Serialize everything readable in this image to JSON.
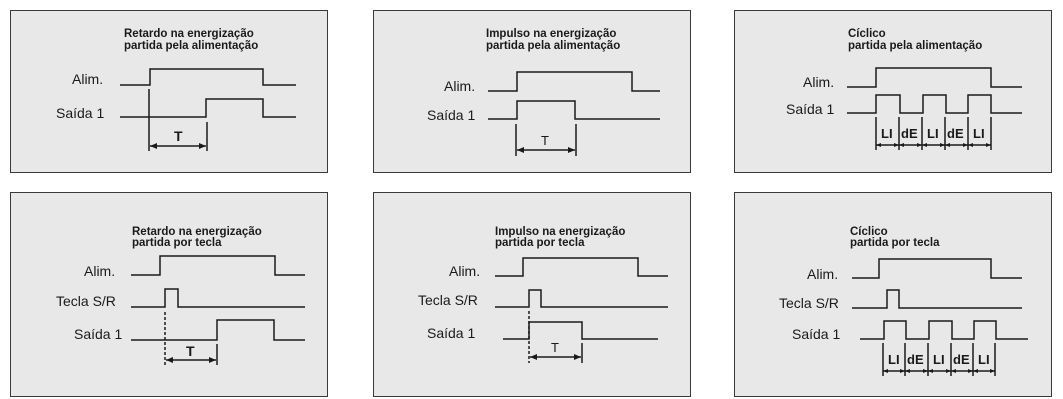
{
  "panels": [
    {
      "title_line1": "Retardo na energização",
      "title_line2": "partida pela alimentação",
      "alim": "Alim.",
      "saida": "Saída 1",
      "t": "T"
    },
    {
      "title_line1": "Impulso na energização",
      "title_line2": "partida pela alimentação",
      "alim": "Alim.",
      "saida": "Saída 1",
      "t": "T"
    },
    {
      "title_line1": "Cíclico",
      "title_line2": "partida pela alimentação",
      "alim": "Alim.",
      "saida": "Saída 1",
      "li": "LI",
      "de": "dE"
    },
    {
      "title_line1": "Retardo na energização",
      "title_line2": "partida por tecla",
      "alim": "Alim.",
      "tecla": "Tecla S/R",
      "saida": "Saída 1",
      "t": "T"
    },
    {
      "title_line1": "Impulso na energização",
      "title_line2": "partida por tecla",
      "alim": "Alim.",
      "tecla": "Tecla S/R",
      "saida": "Saída 1",
      "t": "T"
    },
    {
      "title_line1": "Cíclico",
      "title_line2": "partida por tecla",
      "alim": "Alim.",
      "tecla": "Tecla S/R",
      "saida": "Saída 1",
      "li": "LI",
      "de": "dE"
    }
  ],
  "colors": {
    "panel_bg": "#e8e8e8",
    "border": "#3a3a3a",
    "line": "#1a1a1a"
  }
}
